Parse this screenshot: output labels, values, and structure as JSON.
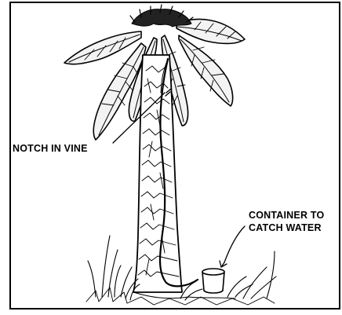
{
  "figure": {
    "labels": {
      "notch": "NOTCH IN VINE",
      "container_line1": "CONTAINER TO",
      "container_line2": "CATCH WATER"
    },
    "colors": {
      "ink": "#000000",
      "background": "#ffffff"
    },
    "icons": [
      "palm-tree-icon",
      "vine-icon",
      "water-container-icon",
      "grass-icon"
    ]
  }
}
